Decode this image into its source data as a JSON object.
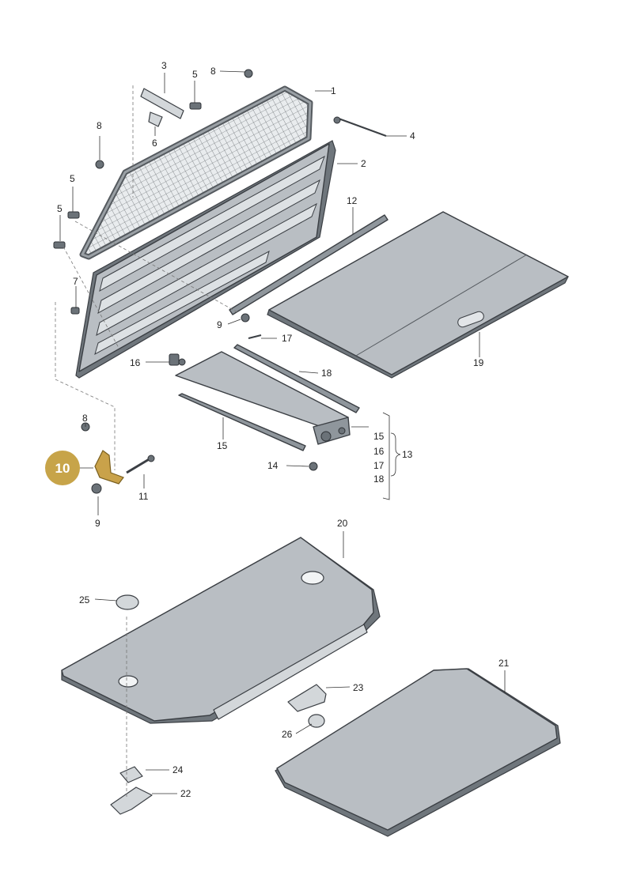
{
  "callouts": {
    "c1": "1",
    "c2": "2",
    "c3": "3",
    "c4": "4",
    "c5a": "5",
    "c5b": "5",
    "c5c": "5",
    "c6": "6",
    "c7": "7",
    "c8a": "8",
    "c8b": "8",
    "c8c": "8",
    "c9a": "9",
    "c9b": "9",
    "c11": "11",
    "c12": "12",
    "c13": "13",
    "c14": "14",
    "c15a": "15",
    "c15b": "15",
    "c16a": "16",
    "c16b": "16",
    "c17a": "17",
    "c17b": "17",
    "c18a": "18",
    "c18b": "18",
    "c19": "19",
    "c20": "20",
    "c21": "21",
    "c22": "22",
    "c23": "23",
    "c24": "24",
    "c25": "25",
    "c26": "26"
  },
  "highlight": {
    "label": "10",
    "color": "#c7a449"
  }
}
